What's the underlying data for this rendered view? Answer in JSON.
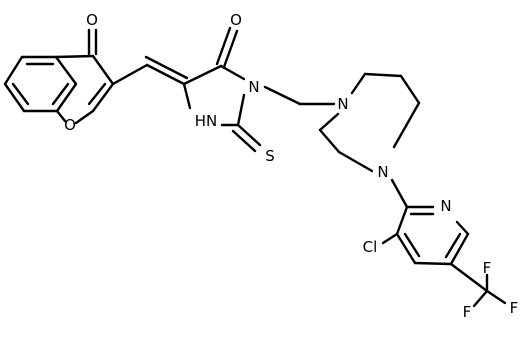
{
  "structure": {
    "atoms": {
      "ketone_oxygen": "O",
      "ring_oxygen": "O",
      "imid_oxygen": "O",
      "nh": "HN",
      "n3": "N",
      "thione_sulfur": "S",
      "pip_n1": "N",
      "pip_n4": "N",
      "pyridine_n": "N",
      "chlorine": "Cl",
      "f_top": "F",
      "f_left": "F",
      "f_right": "F"
    }
  }
}
